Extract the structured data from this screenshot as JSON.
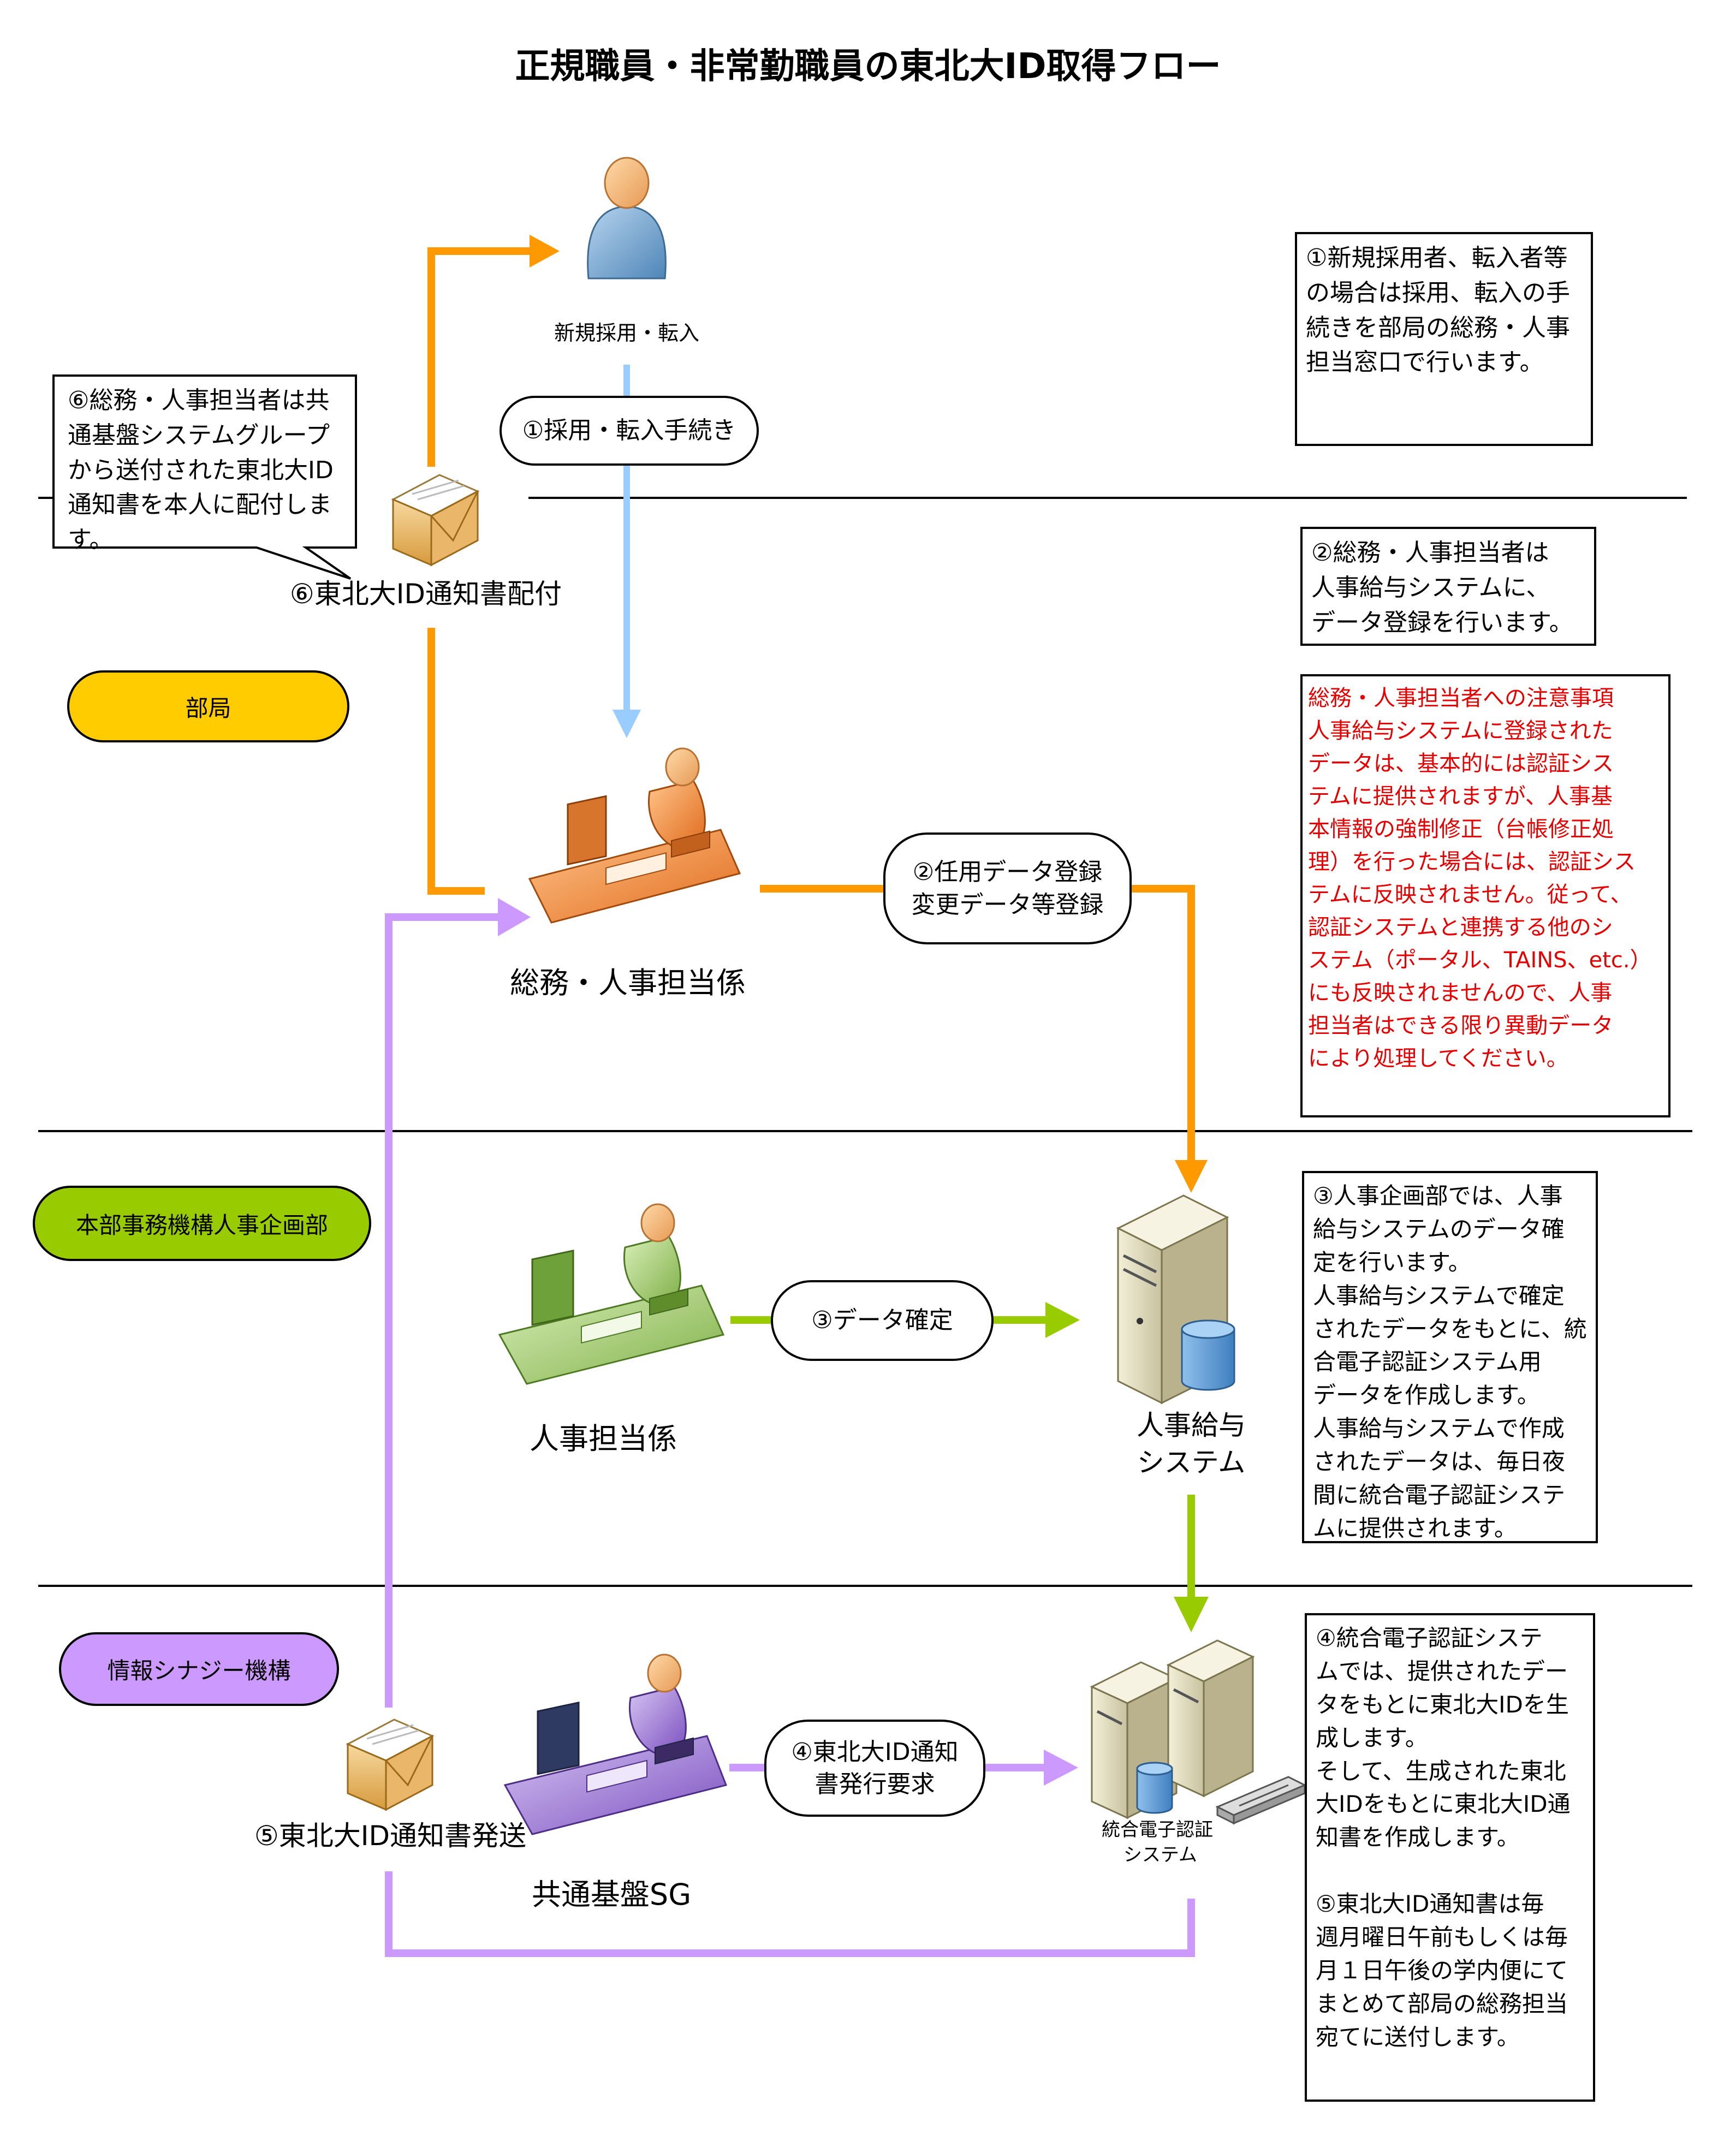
{
  "title": "正規職員・非常勤職員の東北大ID取得フロー",
  "colors": {
    "orange": "#ff9900",
    "light_blue": "#99ccff",
    "green": "#99cc00",
    "purple": "#cc99ff",
    "yellow_org": "#ffcc00",
    "green_org": "#99cc00",
    "purple_org": "#cc99ff",
    "warning_text": "#e60000"
  },
  "sections": {
    "bukyoku": "部局",
    "honbu": "本部事務機構人事企画部",
    "joho": "情報シナジー機構"
  },
  "nodes": {
    "new_hire": "新規採用・転入",
    "soumu": "総務・人事担当係",
    "jinji_tanto": "人事担当係",
    "jinji_kyuyo": "人事給与\nシステム",
    "kyotsu_sg": "共通基盤SG",
    "togo_system": "統合電子認証\n システム"
  },
  "steps": {
    "s1": "①採用・転入手続き",
    "s2": "②任用データ登録\n変更データ等登録",
    "s3": "③データ確定",
    "s4": "④東北大ID通知\n書発行要求",
    "s5": "⑤東北大ID通知書発送",
    "s6": "⑥東北大ID通知書配付"
  },
  "notes": {
    "n1": "①新規採用者、転入者等\nの場合は採用、転入の手\n続きを部局の総務・人事\n担当窓口で行います。",
    "n2": "②総務・人事担当者は\n人事給与システムに、\nデータ登録を行います。",
    "warning": "総務・人事担当者への注意事項\n人事給与システムに登録された\nデータは、基本的には認証シス\nテムに提供されますが、人事基\n本情報の強制修正（台帳修正処\n理）を行った場合には、認証シス\nテムに反映されません。従って、\n認証システムと連携する他のシ\nステム（ポータル、TAINS、etc.）\nにも反映されませんので、人事\n担当者はできる限り異動データ\nにより処理してください。",
    "n3": "③人事企画部では、人事\n給与システムのデータ確\n定を行います。\n人事給与システムで確定\nされたデータをもとに、統\n合電子認証システム用\nデータを作成します。\n人事給与システムで作成\nされたデータは、毎日夜\n間に統合電子認証システ\nムに提供されます。",
    "n4": "④統合電子認証システ\nムでは、提供されたデー\nタをもとに東北大IDを生\n成します。\nそして、生成された東北\n大IDをもとに東北大ID通\n知書を作成します。\n\n⑤東北大ID通知書は毎\n週月曜日午前もしくは毎\n月１日午後の学内便にて\nまとめて部局の総務担当\n宛てに送付します。",
    "n6": "⑥総務・人事担当者は共\n通基盤システムグループ\nから送付された東北大ID\n通知書を本人に配付しま\nす。"
  },
  "icons": {
    "person": "person-icon",
    "desk_orange": "office-worker-desk-icon",
    "desk_green": "office-worker-desk-icon",
    "desk_purple": "office-worker-desk-icon",
    "server": "server-icon",
    "servers": "server-cluster-icon",
    "envelope": "envelope-icon"
  }
}
